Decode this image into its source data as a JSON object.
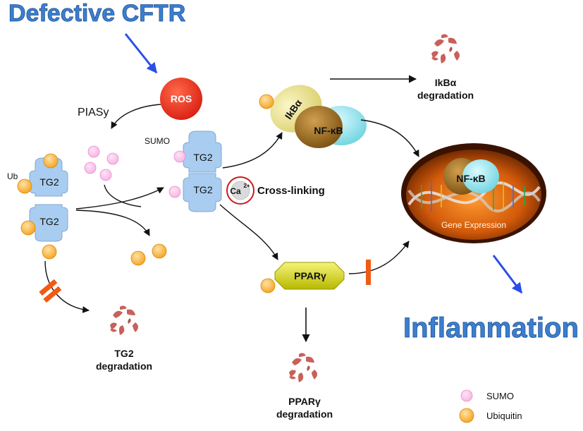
{
  "title": "Defective CFTR",
  "outcome": "Inflammation",
  "nodes": {
    "ros": "ROS",
    "piasy": "PIASy",
    "sumo": "SUMO",
    "ub": "Ub",
    "tg2": "TG2",
    "ikba": "IkBα",
    "nfkb": "NF-κB",
    "ca": "Ca",
    "ca_sup": "2+",
    "crosslinking": "Cross-linking",
    "ppar": "PPARγ",
    "gene_expression": "Gene Expression"
  },
  "degradation": {
    "ikba_line1": "IkBα",
    "ikba_line2": "degradation",
    "tg2_line1": "TG2",
    "tg2_line2": "degradation",
    "ppar_line1": "PPARγ",
    "ppar_line2": "degradation"
  },
  "legend": {
    "sumo": "SUMO",
    "ubiquitin": "Ubiquitin"
  },
  "colors": {
    "title_blue": "#3a7fd0",
    "ros_red": "#e8261b",
    "tg2_blue": "#a9cdf0",
    "sumo_pink": "#f7b6e3",
    "ubiquitin_orange": "#f5a623",
    "ikba_yellow": "#ede59a",
    "nfkb_brown": "#a8741c",
    "nfkb_cyan": "#8fe3ec",
    "ppar_yellow": "#d6d600",
    "inhibit_orange": "#f05a12",
    "debris_red": "#c9605a",
    "arrow_blue": "#2a4fe8"
  }
}
